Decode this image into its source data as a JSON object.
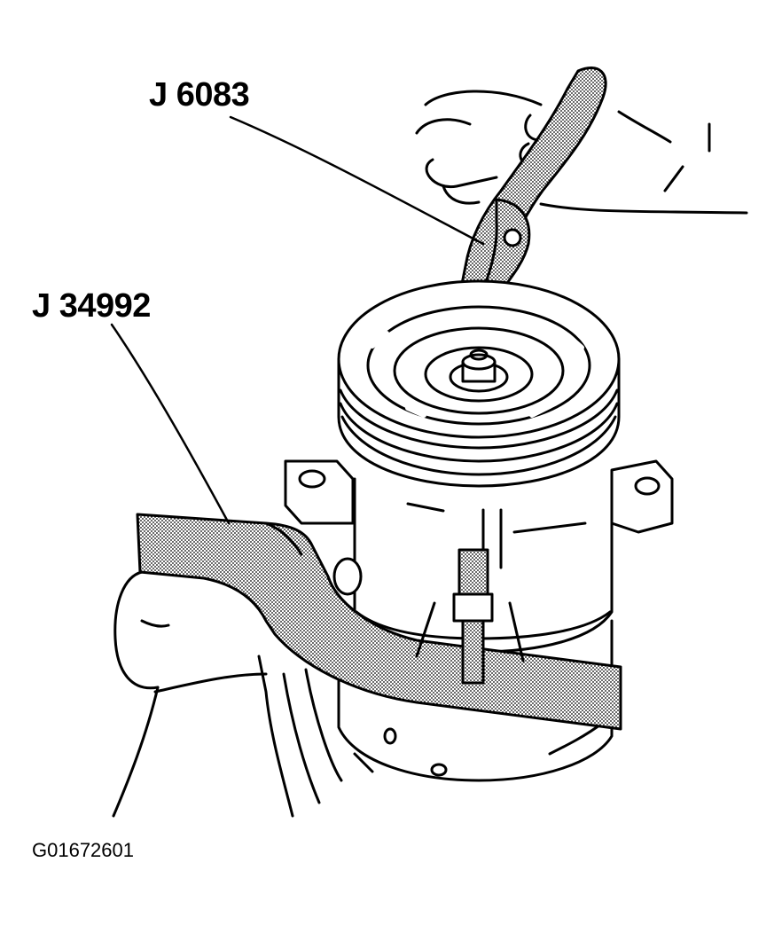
{
  "callouts": {
    "snap_ring_pliers": "J 6083",
    "holding_fixture": "J 34992"
  },
  "figure_id": "G01672601",
  "colors": {
    "ink": "#000000",
    "paper": "#ffffff",
    "stipple": "#9a9a9a"
  }
}
